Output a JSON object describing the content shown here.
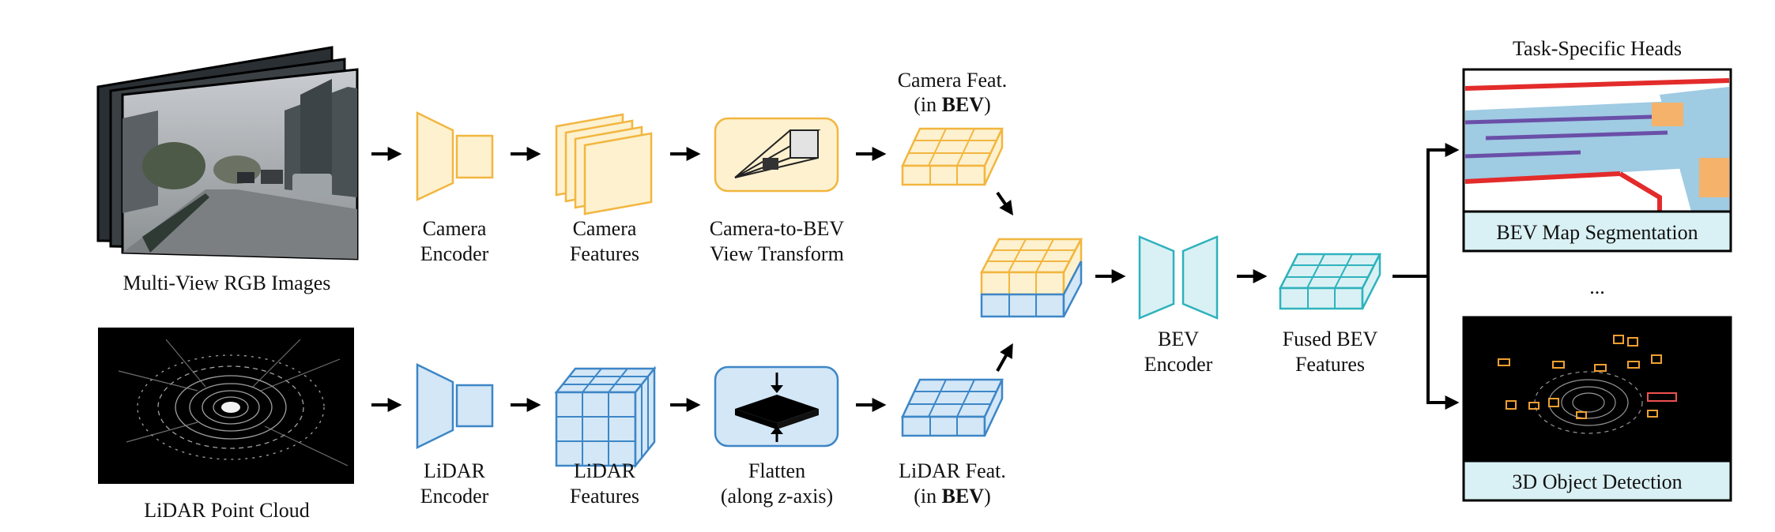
{
  "inputs": {
    "camera_label": "Multi-View RGB Images",
    "lidar_label": "LiDAR Point Cloud"
  },
  "camera_branch": {
    "encoder": [
      "Camera",
      "Encoder"
    ],
    "features": [
      "Camera",
      "Features"
    ],
    "transform": [
      "Camera-to-BEV",
      "View Transform"
    ],
    "bev_feat": [
      "Camera Feat.",
      "(in ",
      "BEV",
      ")"
    ]
  },
  "lidar_branch": {
    "encoder": [
      "LiDAR",
      "Encoder"
    ],
    "features": [
      "LiDAR",
      "Features"
    ],
    "flatten": [
      "Flatten",
      "(along ",
      "z",
      "-axis)"
    ],
    "bev_feat": [
      "LiDAR Feat.",
      "(in ",
      "BEV",
      ")"
    ]
  },
  "fusion": {
    "encoder": [
      "BEV",
      "Encoder"
    ],
    "fused": [
      "Fused BEV",
      "Features"
    ]
  },
  "heads": {
    "title": "Task-Specific Heads",
    "segmentation": "BEV Map Segmentation",
    "detection": "3D Object Detection",
    "ellipsis": "..."
  },
  "colors": {
    "camera_fill": "#fdf1cf",
    "camera_stroke": "#f2b640",
    "lidar_fill": "#d3e7f7",
    "lidar_stroke": "#3d86c6",
    "bev_fill": "#d9f1f4",
    "bev_stroke": "#2fb2bd"
  }
}
